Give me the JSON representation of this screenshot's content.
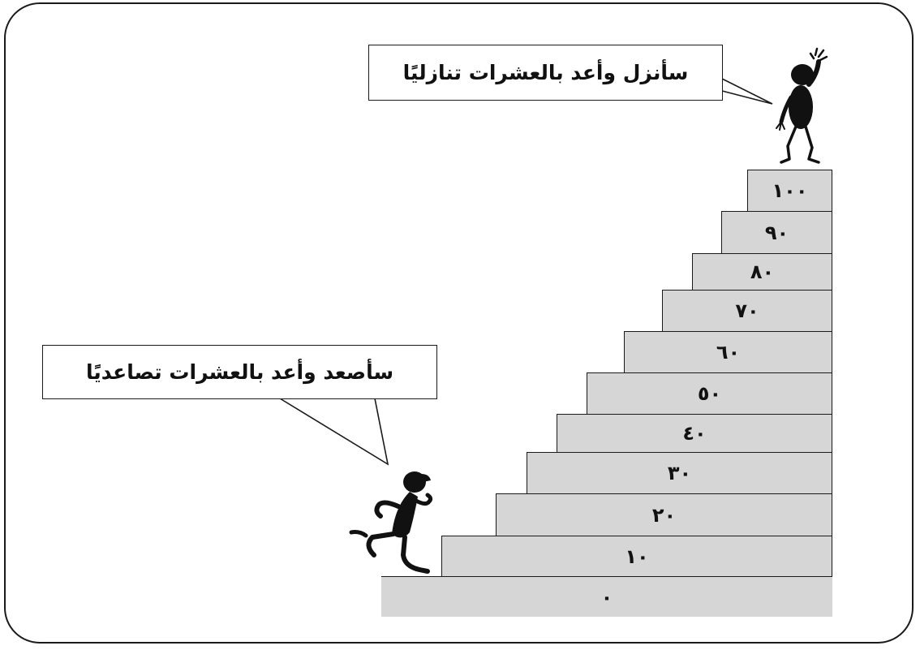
{
  "callouts": {
    "top_text": "سأنزل وأعد بالعشرات تنازليًا",
    "bottom_text": "سأصعد وأعد بالعشرات تصاعديًا"
  },
  "steps": [
    {
      "label": "٠"
    },
    {
      "label": "١٠"
    },
    {
      "label": "٢٠"
    },
    {
      "label": "٣٠"
    },
    {
      "label": "٤٠"
    },
    {
      "label": "٥٠"
    },
    {
      "label": "٦٠"
    },
    {
      "label": "٧٠"
    },
    {
      "label": "٨٠"
    },
    {
      "label": "٩٠"
    },
    {
      "label": "١٠٠"
    }
  ],
  "colors": {
    "step_fill": "#d6d6d6",
    "stroke": "#1a1a1a",
    "figure_fill": "#111111"
  }
}
